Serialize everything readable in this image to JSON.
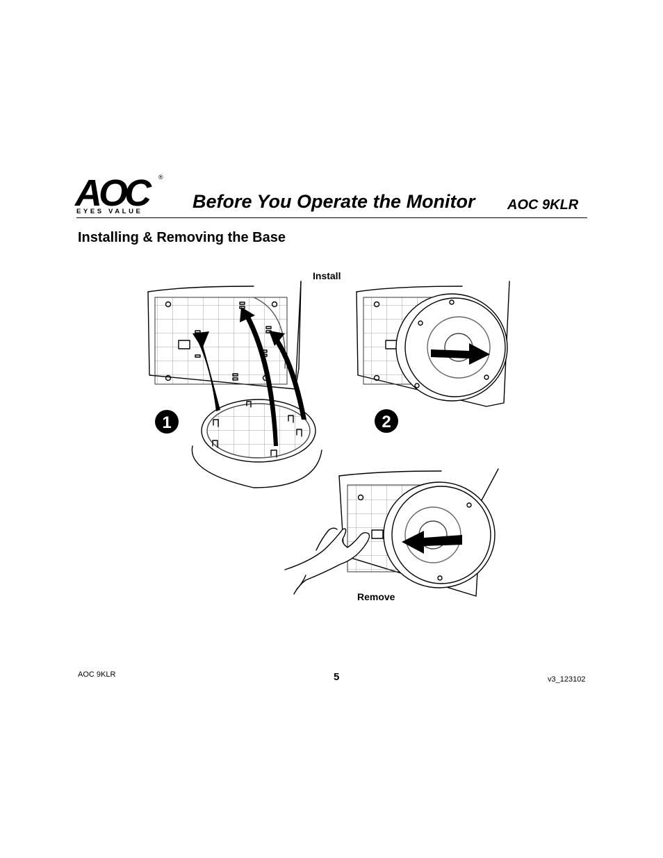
{
  "logo": {
    "brand": "AOC",
    "registered": "®",
    "tagline": "EYES VALUE"
  },
  "header": {
    "title": "Before You Operate the Monitor",
    "model": "AOC 9KLR"
  },
  "section": {
    "title": "Installing & Removing the Base"
  },
  "illustration": {
    "install_label": "Install",
    "remove_label": "Remove",
    "step_1": "1",
    "step_2": "2"
  },
  "footer": {
    "left": "AOC 9KLR",
    "page": "5",
    "right": "v3_123102"
  }
}
